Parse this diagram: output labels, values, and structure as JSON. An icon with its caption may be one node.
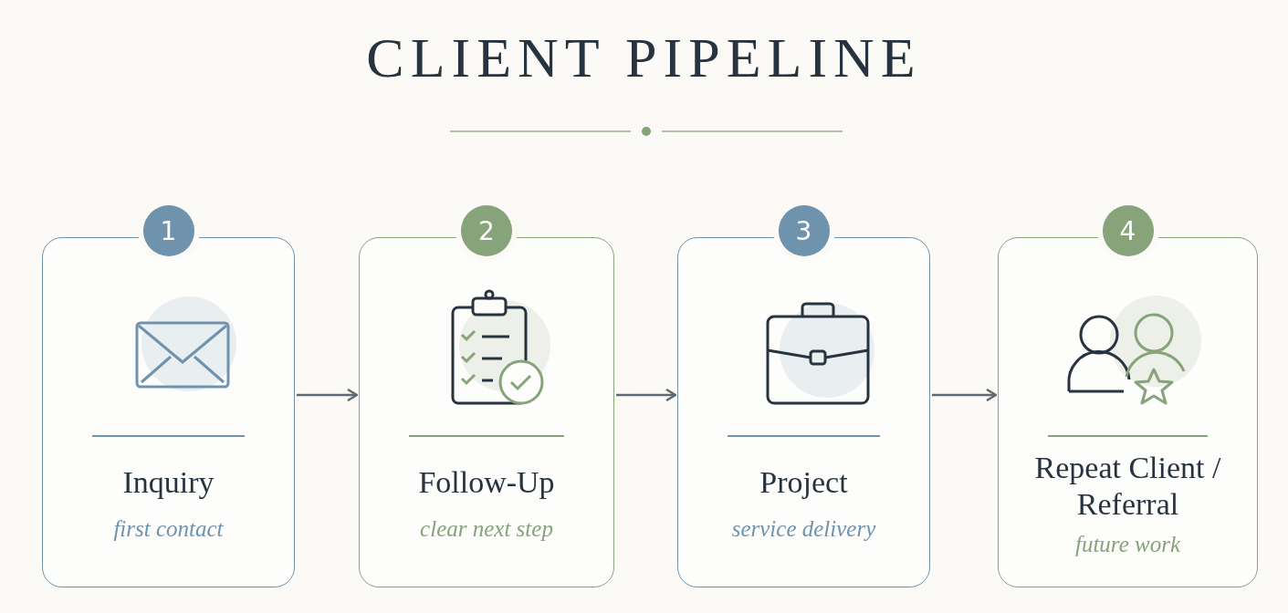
{
  "diagram": {
    "title": "CLIENT PIPELINE",
    "nodes": [
      {
        "text": [
          "1",
          "Inquiry",
          "first contact"
        ]
      },
      {
        "text": [
          "2",
          "Follow-Up",
          "clear next step"
        ]
      },
      {
        "text": [
          "3",
          "Project",
          "service delivery"
        ]
      },
      {
        "text": [
          "4",
          "Repeat Client / Referral",
          "future work"
        ]
      }
    ],
    "edges": [
      {
        "from": 0,
        "to": 1,
        "arrow": "to"
      },
      {
        "from": 1,
        "to": 2,
        "arrow": "to"
      },
      {
        "from": 2,
        "to": 3,
        "arrow": "to"
      }
    ]
  }
}
